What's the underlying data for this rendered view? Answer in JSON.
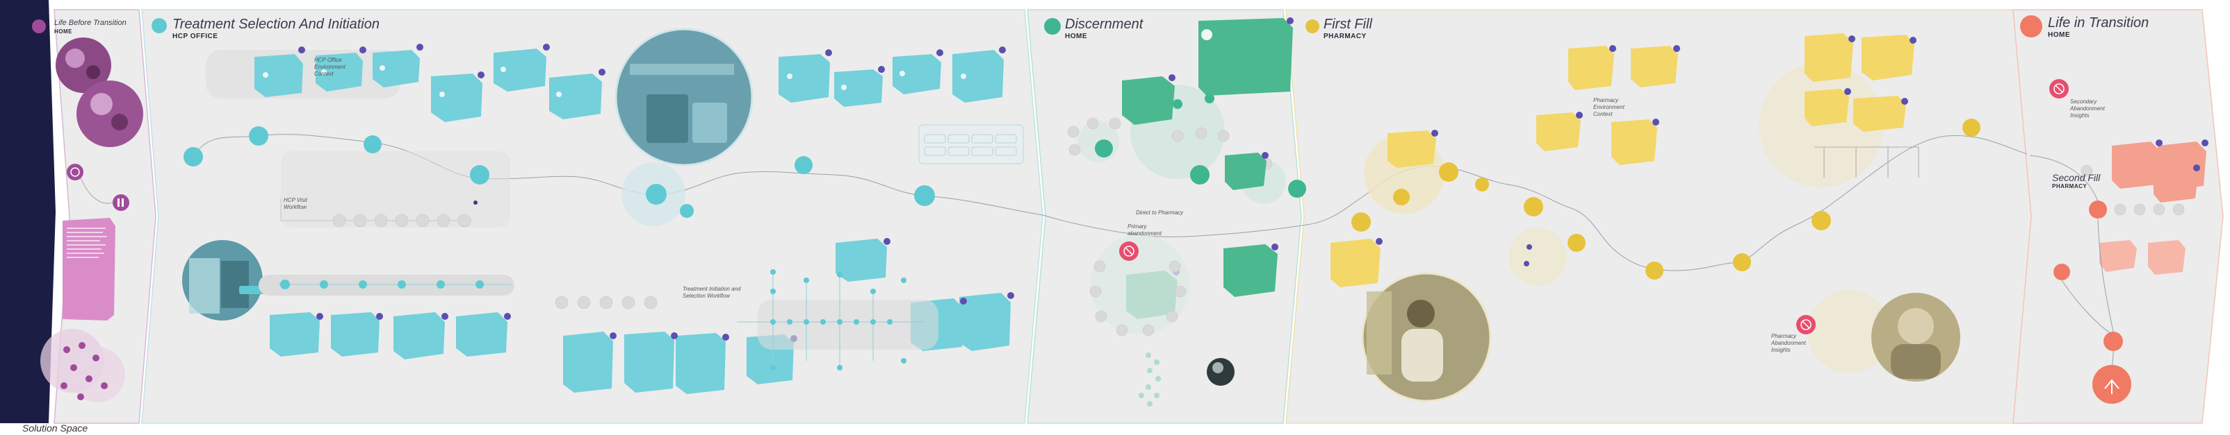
{
  "phases": [
    {
      "title": "Life Before Transition",
      "subtitle": "HOME",
      "color": "#a04b9a"
    },
    {
      "title": "Treatment Selection And Initiation",
      "subtitle": "HCP OFFICE",
      "color": "#5fc9d3"
    },
    {
      "title": "Discernment",
      "subtitle": "HOME",
      "color": "#3fb592"
    },
    {
      "title": "First Fill",
      "subtitle": "PHARMACY",
      "color": "#e7c33c"
    },
    {
      "title": "Life in Transition",
      "subtitle": "HOME",
      "color": "#f07a63"
    }
  ],
  "second_fill": {
    "title": "Second Fill",
    "subtitle": "PHARMACY"
  },
  "labels": {
    "hcp_office_context": "HCP Office Environment Context",
    "hcp_visit_workflow": "HCP Visit Workflow",
    "treatment_workflow": "Treatment Initiation and Selection Workflow",
    "pharmacy_context": "Pharmacy Environment Context",
    "direct_pharmacy": "Direct to Pharmacy",
    "primary_abandonment": "Primary abandonment",
    "pharmacy_insights": "Pharmacy Abandonment Insights",
    "secondary_insights": "Secondary Abandonment Insights"
  },
  "colors": {
    "navy": "#1c1d44",
    "panel": "#ececec",
    "panel_edge": "#c9a9c6",
    "purple": "#a04b9a",
    "cyan": "#5fc9d3",
    "green": "#3fb592",
    "yellow": "#e7c33c",
    "coral": "#f07a63",
    "pink": "#e84d6e"
  },
  "footer": "Solution Space"
}
